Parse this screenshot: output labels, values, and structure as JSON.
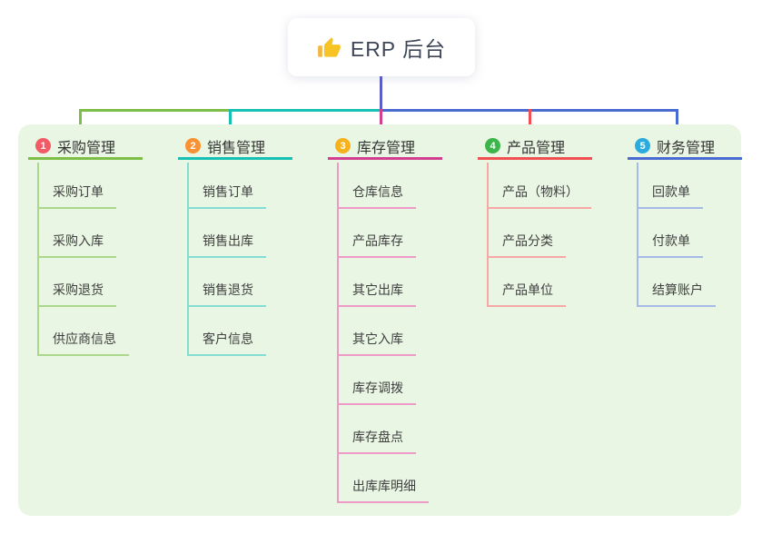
{
  "root": {
    "title": "ERP 后台",
    "icon": "thumbs-up-icon",
    "connector_color": "#5a5fc7"
  },
  "panel_color": "#e8f6e3",
  "branches": [
    {
      "index": "1",
      "label": "采购管理",
      "color": "#7cbe46",
      "light_color": "#abd88b",
      "badge_color": "#f25b66",
      "children": [
        "采购订单",
        "采购入库",
        "采购退货",
        "供应商信息"
      ]
    },
    {
      "index": "2",
      "label": "销售管理",
      "color": "#16c0b2",
      "light_color": "#85dcd2",
      "badge_color": "#fa9132",
      "children": [
        "销售订单",
        "销售出库",
        "销售退货",
        "客户信息"
      ]
    },
    {
      "index": "3",
      "label": "库存管理",
      "color": "#d23f8e",
      "light_color": "#ee9ac6",
      "badge_color": "#f6b21d",
      "children": [
        "仓库信息",
        "产品库存",
        "其它出库",
        "其它入库",
        "库存调拨",
        "库存盘点",
        "出库库明细"
      ]
    },
    {
      "index": "4",
      "label": "产品管理",
      "color": "#f05052",
      "light_color": "#f8a8a4",
      "badge_color": "#3cb54a",
      "children": [
        "产品（物料）",
        "产品分类",
        "产品单位"
      ]
    },
    {
      "index": "5",
      "label": "财务管理",
      "color": "#4a6bd2",
      "light_color": "#a6bae9",
      "badge_color": "#2baade",
      "children": [
        "回款单",
        "付款单",
        "结算账户"
      ]
    }
  ]
}
